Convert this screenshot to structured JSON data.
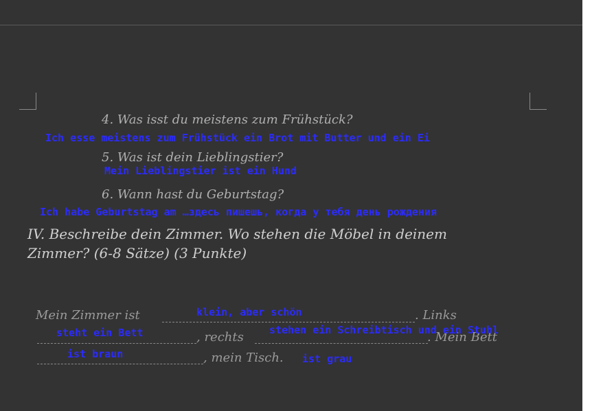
{
  "questions": [
    {
      "text": "4.  Was isst du meistens zum Frühstück?",
      "answer": "Ich esse meistens zum Frühstück ein Brot mit Butter und ein Ei"
    },
    {
      "text": "5.  Was ist dein Lieblingstier?",
      "answer": "Mein Lieblingstier ist ein Hund"
    },
    {
      "text": "6.  Wann hast du Geburtstag?",
      "answer": "Ich habe Geburtstag am …здесь пишешь, когда у тебя день рождения"
    }
  ],
  "task": {
    "line1": "IV. Beschreibe dein Zimmer. Wo stehen die Möbel in deinem",
    "line2": "Zimmer? (6-8 Sätze) (3 Punkte)"
  },
  "paragraph": {
    "start": "Mein Zimmer ist",
    "links": ". Links",
    "rechts": ", rechts",
    "mein_bett": ". Mein Bett",
    "mein_tisch": ", mein Tisch.",
    "fill1": "klein, aber schön",
    "fill2": "steht ein Bett",
    "fill3": "stehen ein Schreibtisch und ein Stuhl",
    "fill4": "ist braun",
    "fill5": "ist grau"
  }
}
